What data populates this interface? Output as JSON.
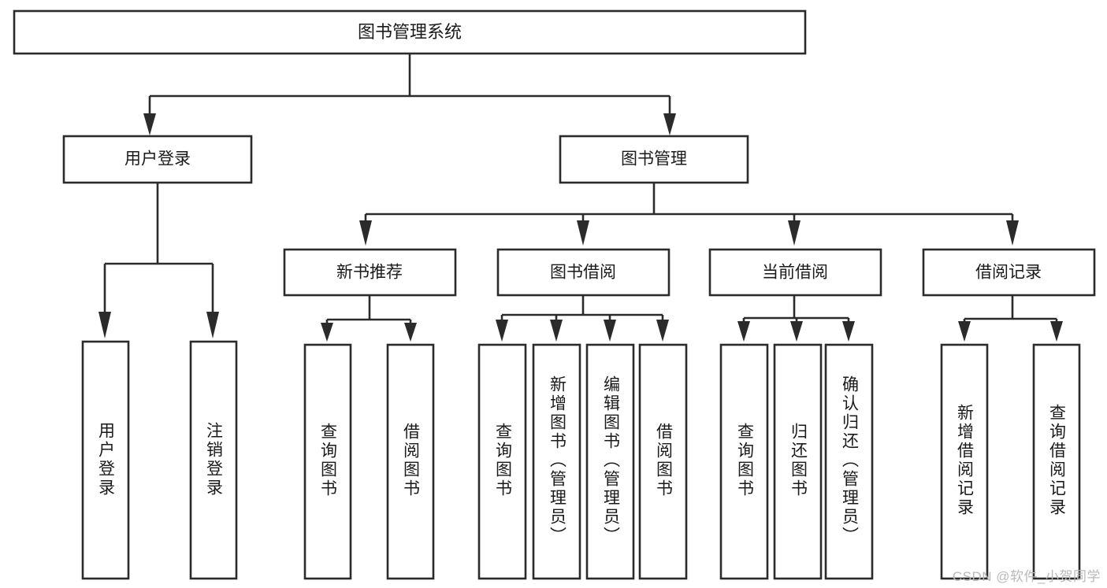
{
  "diagram": {
    "title": "图书管理系统",
    "type": "tree",
    "watermark": "CSDN @软件_小贺同学",
    "colors": {
      "stroke": "#2b2b2b",
      "fill": "#ffffff",
      "text": "#1a1a1a",
      "watermark": "#b9b9b9"
    },
    "levels": {
      "root": {
        "label": "图书管理系统"
      },
      "level1": [
        {
          "label": "用户登录"
        },
        {
          "label": "图书管理"
        }
      ],
      "level2": [
        {
          "label": "新书推荐"
        },
        {
          "label": "图书借阅"
        },
        {
          "label": "当前借阅"
        },
        {
          "label": "借阅记录"
        }
      ]
    },
    "nodes": {
      "root": "图书管理系统",
      "user_login": "用户登录",
      "book_manage": "图书管理",
      "new_book_rec": "新书推荐",
      "book_borrow": "图书借阅",
      "current_borrow": "当前借阅",
      "borrow_record": "借阅记录"
    },
    "leaves": {
      "user_login": [
        "用户登录",
        "注销登录"
      ],
      "new_book_rec": [
        "查询图书",
        "借阅图书"
      ],
      "book_borrow": [
        "查询图书",
        "新增图书（管理员）",
        "编辑图书（管理员）",
        "借阅图书"
      ],
      "current_borrow": [
        "查询图书",
        "归还图书",
        "确认归还（管理员）"
      ],
      "borrow_record": [
        "新增借阅记录",
        "查询借阅记录"
      ]
    }
  }
}
